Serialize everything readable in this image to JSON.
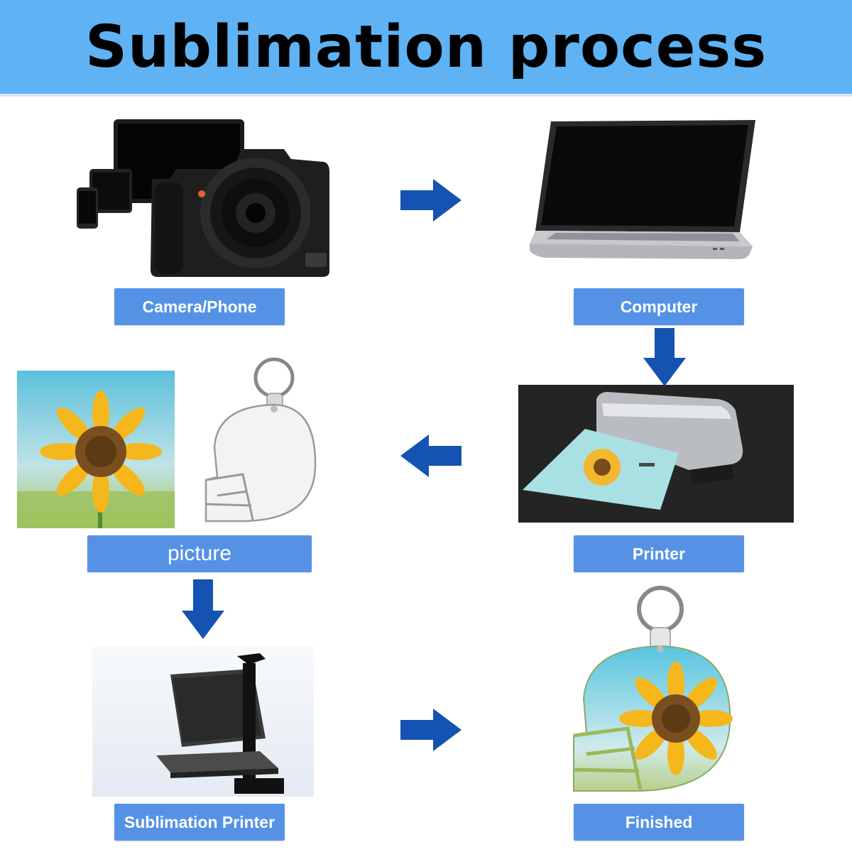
{
  "title": "Sublimation process",
  "steps": {
    "camera": "Camera/Phone",
    "computer": "Computer",
    "printer": "Printer",
    "picture": "picture",
    "press": "Sublimation Printer",
    "finished": "Finished"
  },
  "colors": {
    "banner": "#5fb2f3",
    "label": "#5592e6",
    "arrow": "#1553b3"
  },
  "icons": [
    "camera-icon",
    "laptop-icon",
    "printer-icon",
    "sunflower-photo",
    "helmet-keychain-icon",
    "heat-press-icon",
    "finished-keychain-icon",
    "arrow-right-icon",
    "arrow-down-icon",
    "arrow-left-icon"
  ]
}
